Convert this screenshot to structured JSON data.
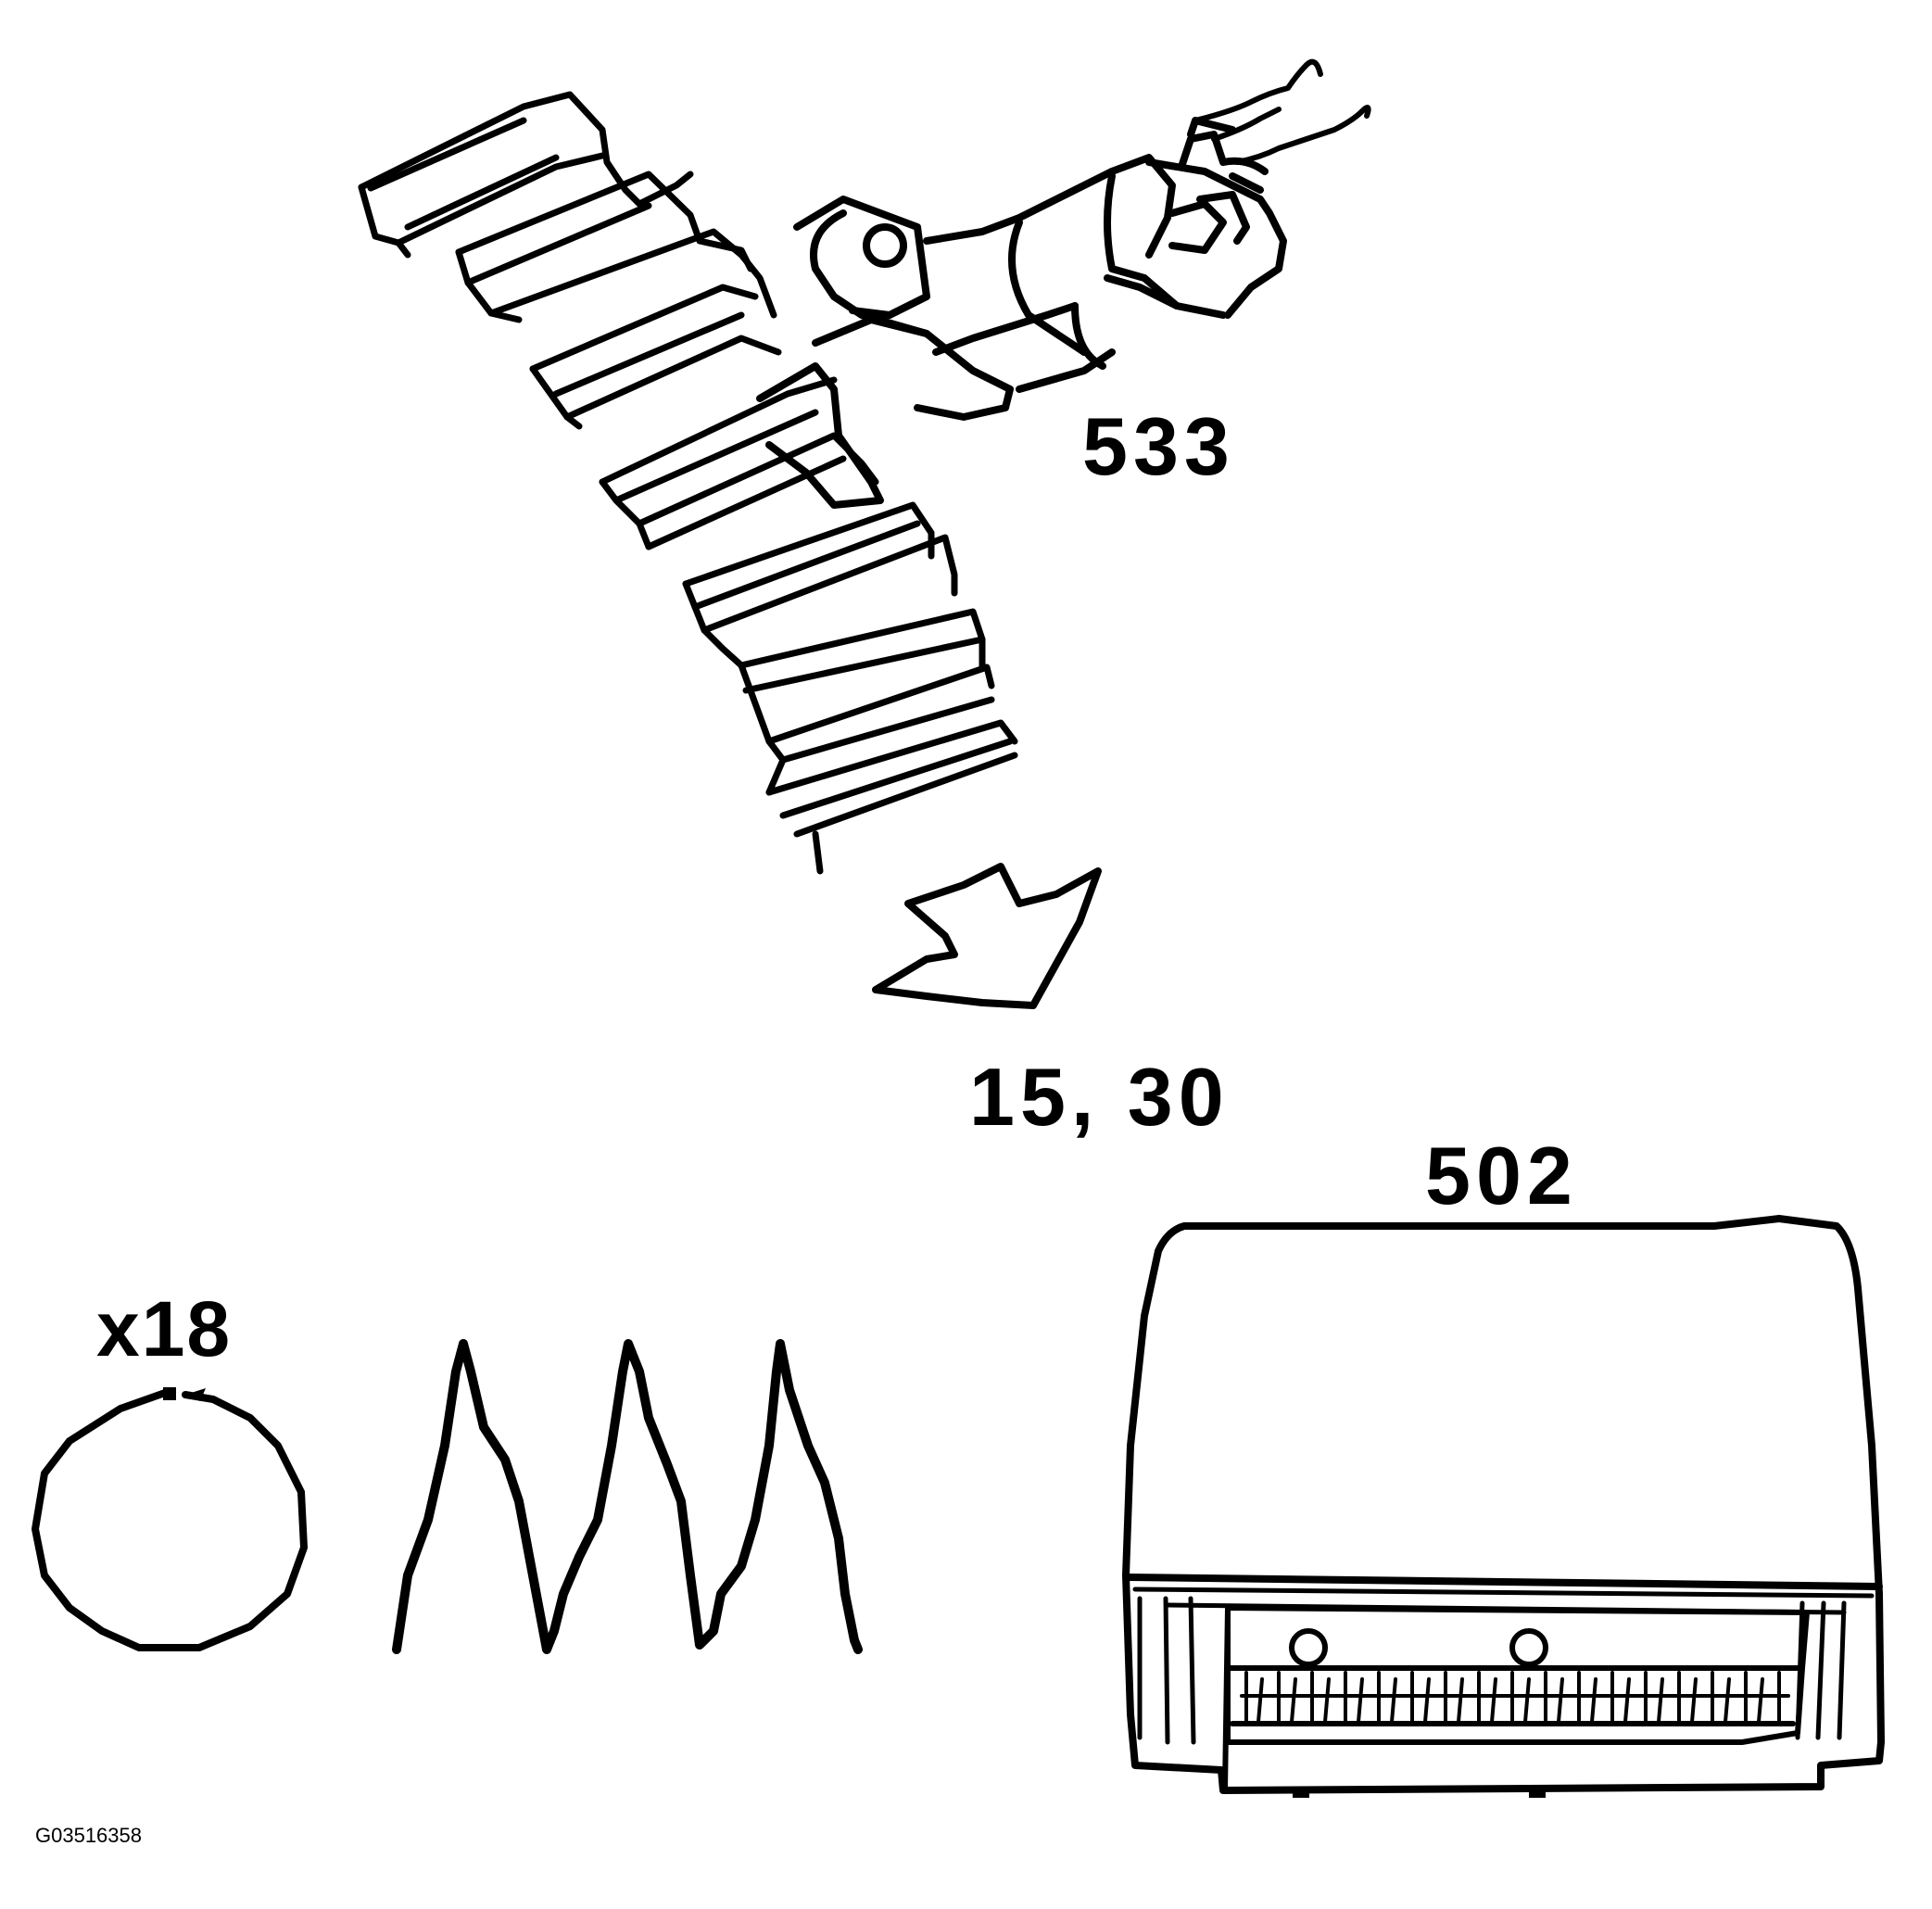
{
  "labels": {
    "sensor_part_number": "533",
    "terminal_numbers": "15, 30",
    "control_module_part_number": "502",
    "signal_multiplier": "x18",
    "figure_id": "G03516358"
  },
  "icons": {
    "sensor": "wheel-speed-sensor-icon",
    "direction_arrow": "arrow-down-right-icon",
    "control_module": "control-module-icon",
    "signal_circle": "rotation-circle-icon",
    "signal_waveform": "waveform-icon"
  },
  "colors": {
    "line": "#000000",
    "background": "#ffffff"
  }
}
